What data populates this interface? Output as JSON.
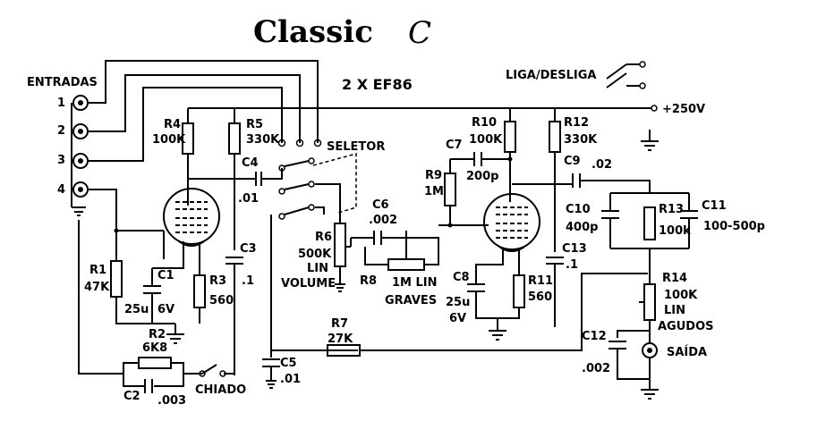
{
  "title": "Classic",
  "logo_letter": "C",
  "tubes": "2 X EF86",
  "inputs_label": "ENTRADAS",
  "input_numbers": [
    "1",
    "2",
    "3",
    "4"
  ],
  "power_switch_label": "LIGA/DESLIGA",
  "supply_label": "+250V",
  "selector_label": "SELETOR",
  "r4": {
    "name": "R4",
    "value": "100K"
  },
  "r5": {
    "name": "R5",
    "value": "330K"
  },
  "c4": {
    "name": "C4",
    "value": ".01"
  },
  "c3": {
    "name": "C3",
    "value": ".1"
  },
  "r1": {
    "name": "R1",
    "value": "47K"
  },
  "c1": {
    "name": "C1",
    "value_a": "25u",
    "value_b": "6V"
  },
  "r3": {
    "name": "R3",
    "value": "560"
  },
  "r2": {
    "name": "R2",
    "value": "6K8"
  },
  "c2": {
    "name": "C2",
    "value": ".003"
  },
  "chiado": "CHIADO",
  "c5": {
    "name": "C5",
    "value": ".01"
  },
  "r7": {
    "name": "R7",
    "value": "27K"
  },
  "r6": {
    "name": "R6",
    "value_a": "500K",
    "value_b": "LIN",
    "value_c": "VOLUME"
  },
  "c6": {
    "name": "C6",
    "value": ".002"
  },
  "r8": {
    "name": "R8",
    "value_a": "1M LIN",
    "value_b": "GRAVES"
  },
  "r9": {
    "name": "R9",
    "value": "1M"
  },
  "c7": {
    "name": "C7",
    "value": "200p"
  },
  "r10": {
    "name": "R10",
    "value": "100K"
  },
  "r12": {
    "name": "R12",
    "value": "330K"
  },
  "c9": {
    "name": "C9",
    "value": ".02"
  },
  "c8": {
    "name": "C8",
    "value_a": "25u",
    "value_b": "6V"
  },
  "r11": {
    "name": "R11",
    "value": "560"
  },
  "c13": {
    "name": "C13",
    "value": ".1"
  },
  "c10": {
    "name": "C10",
    "value": "400p"
  },
  "r13": {
    "name": "R13",
    "value": "100k"
  },
  "c11": {
    "name": "C11",
    "value": "100-500p"
  },
  "r14": {
    "name": "R14",
    "value_a": "100K",
    "value_b": "LIN",
    "value_c": "AGUDOS"
  },
  "c12": {
    "name": "C12",
    "value": ".002"
  },
  "output_label": "SAÍDA"
}
